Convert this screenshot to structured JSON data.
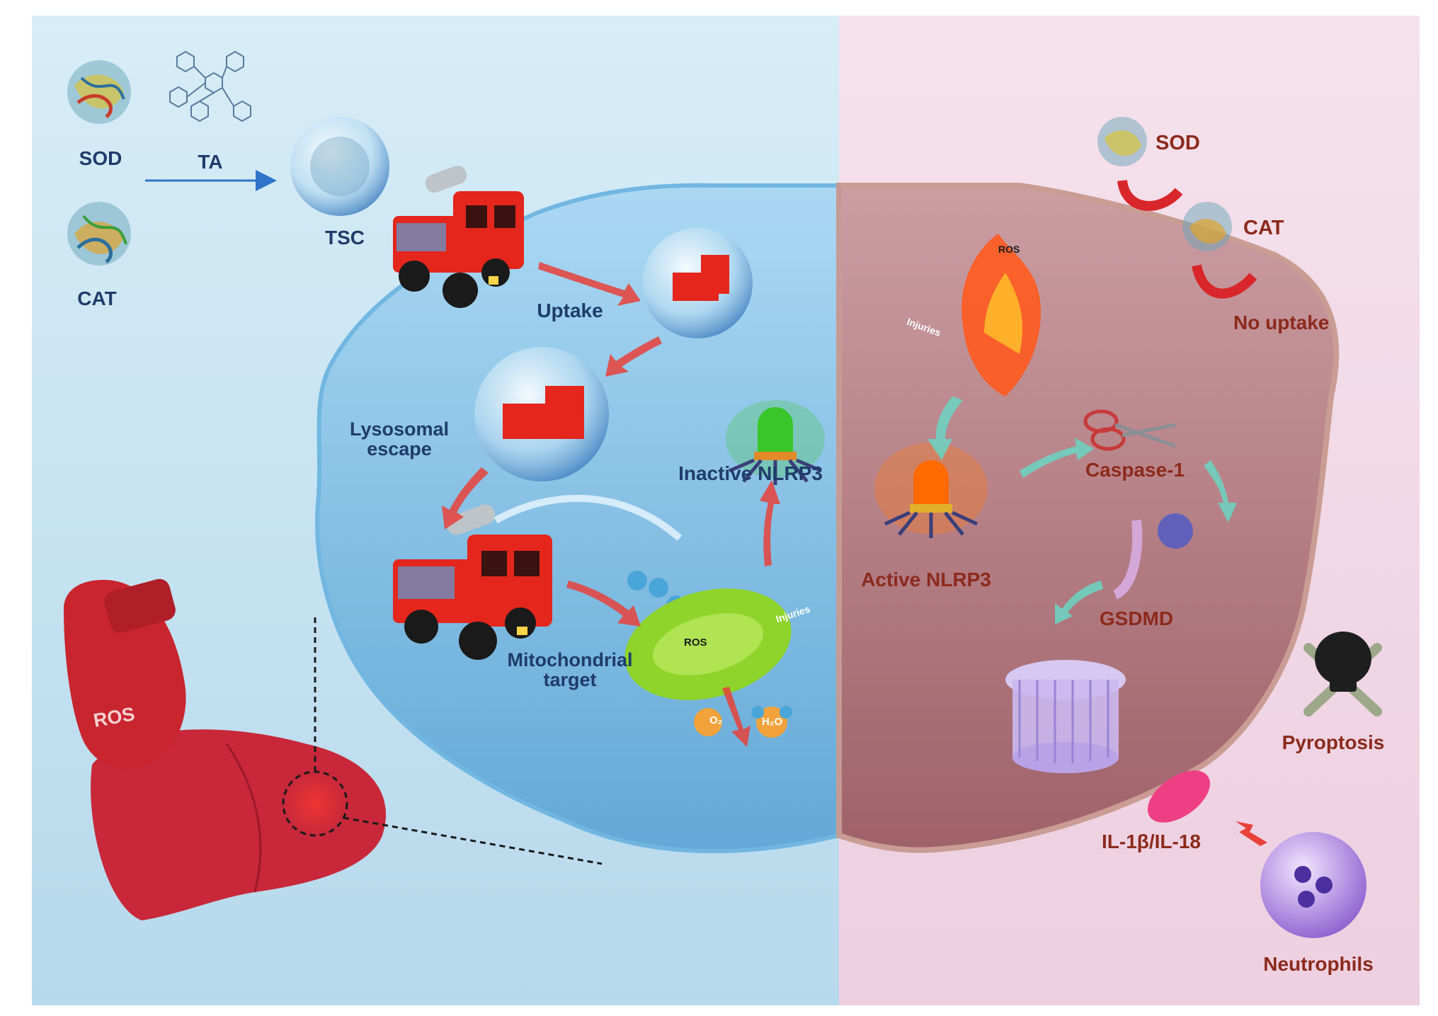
{
  "labels": {
    "sod_left": "SOD",
    "ta": "TA",
    "cat_left": "CAT",
    "tsc": "TSC",
    "uptake": "Uptake",
    "lysosomal_1": "Lysosomal",
    "lysosomal_2": "escape",
    "inactive_nlrp3": "Inactive NLRP3",
    "mito_1": "Mitochondrial",
    "mito_2": "target",
    "ros_glove": "ROS",
    "sod_right": "SOD",
    "cat_right": "CAT",
    "no_uptake": "No uptake",
    "caspase": "Caspase-1",
    "active_nlrp3": "Active NLRP3",
    "gsdmd": "GSDMD",
    "pyroptosis": "Pyroptosis",
    "il": "IL-1β/IL-18",
    "neutrophils": "Neutrophils",
    "ros_small": "ROS",
    "injuries": "Injuries",
    "o2": "O₂",
    "h2o": "H₂O"
  },
  "colors": {
    "left_bg": "#cfe7f3",
    "right_bg": "#f1d9e6",
    "blue_text": "#1f3c6b",
    "red_text": "#8c2a1c",
    "truck": "#e4261d",
    "liver": "#c8283a",
    "cell_blue": "#8fc8ea",
    "cell_red": "#b78086",
    "nlrp3_inactive": "#39c629",
    "nlrp3_active": "#ff6a00",
    "mito": "#8ed42a"
  }
}
